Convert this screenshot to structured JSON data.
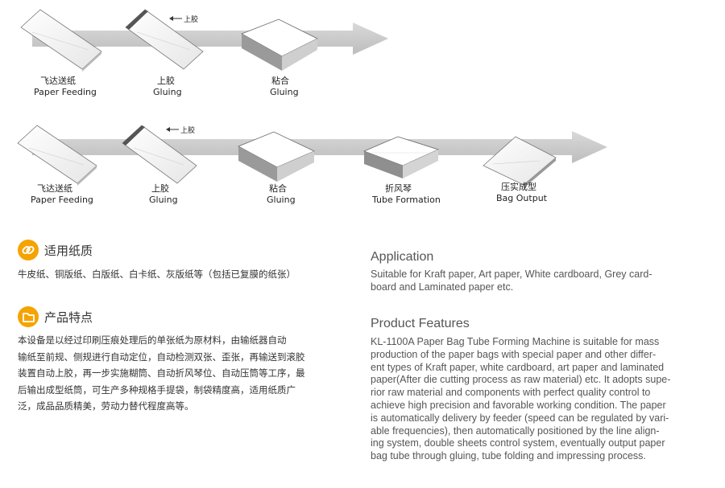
{
  "diagram": {
    "row1": {
      "steps": [
        {
          "zh": "飞达送纸",
          "en": "Paper Feeding"
        },
        {
          "zh": "上胶",
          "en": "Gluing"
        },
        {
          "zh": "粘合",
          "en": "Gluing"
        }
      ],
      "glue_marker": "上胶"
    },
    "row2": {
      "steps": [
        {
          "zh": "飞达送纸",
          "en": "Paper Feeding"
        },
        {
          "zh": "上胶",
          "en": "Gluing"
        },
        {
          "zh": "粘合",
          "en": "Gluing"
        },
        {
          "zh": "折风琴",
          "en": "Tube Formation"
        },
        {
          "zh": "压实成型",
          "en": "Bag Output"
        }
      ],
      "glue_marker": "上胶"
    }
  },
  "paper_section": {
    "title": "适用纸质",
    "body": "牛皮纸、铜版纸、白版纸、白卡纸、灰版纸等（包括已复膜的纸张）"
  },
  "features_section": {
    "title": "产品特点",
    "lines": [
      "本设备是以经过印刷压痕处理后的单张纸为原材料，由输纸器自动",
      "输纸至前规、侧规进行自动定位，自动检测双张、歪张，再输送到滚胶",
      "装置自动上胶，再一步实施糊筒、自动折风琴位、自动压筒等工序，最",
      "后输出成型纸筒，可生产多种规格手提袋，制袋精度高，适用纸质广",
      "泛，成品品质精美，劳动力替代程度高等。"
    ]
  },
  "application": {
    "title": "Application",
    "lines": [
      "Suitable for Kraft paper, Art paper, White cardboard, Grey card-",
      "board  and Laminated paper etc."
    ]
  },
  "product_features": {
    "title": "Product Features",
    "lines": [
      "KL-1100A Paper Bag Tube Forming Machine is suitable for mass",
      "production of the paper bags with special paper and other differ-",
      "ent types of Kraft paper, white cardboard, art paper and laminated",
      "paper(After die cutting process as raw material) etc. It adopts supe-",
      "rior raw material and components with perfect quality control to",
      "achieve high precision and favorable working condition. The paper",
      "is automatically delivery by feeder (speed can be regulated by vari-",
      "able frequencies), then automatically positioned by the line align-",
      "ing system, double sheets control system, eventually output paper",
      "bag tube through gluing, tube folding and impressing process."
    ]
  },
  "icons": {
    "paper": "link-icon",
    "features": "folder-icon"
  },
  "colors": {
    "accent": "#f5a300",
    "arrow": "#c8c8c8",
    "text": "#333333"
  }
}
